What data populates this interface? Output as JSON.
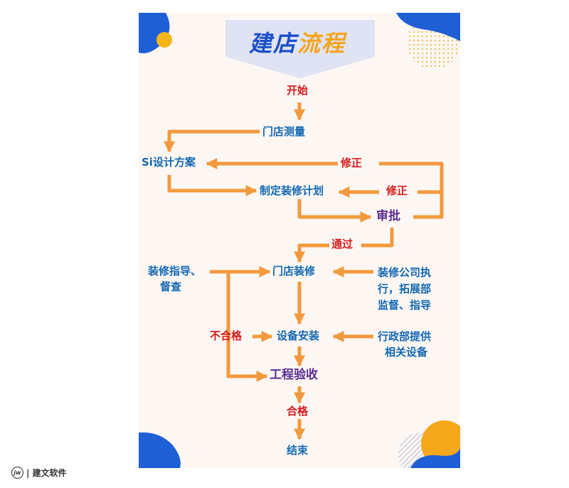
{
  "title": {
    "part1": "建店",
    "part2": "流程"
  },
  "nodes": {
    "start": "开始",
    "measure": "门店测量",
    "si_design": "Si设计方案",
    "revise_top": "修正",
    "plan": "制定装修计划",
    "revise_right": "修正",
    "approve": "审批",
    "pass": "通过",
    "guidance_l1": "装修指导、",
    "guidance_l2": "督查",
    "renovation": "门店装修",
    "company_l1": "装修公司执",
    "company_l2": "行，拓展部",
    "company_l3": "监督、指导",
    "fail": "不合格",
    "equipment": "设备安装",
    "admin_l1": "行政部提供",
    "admin_l2": "相关设备",
    "acceptance": "工程验收",
    "qualified": "合格",
    "end": "结束"
  },
  "colors": {
    "arrow": "#f3993d",
    "blue_text": "#1268b3",
    "red_text": "#d51a1a",
    "purple_text": "#5a2d91"
  },
  "watermark": {
    "logo": "jw",
    "text": "| 建文软件"
  }
}
